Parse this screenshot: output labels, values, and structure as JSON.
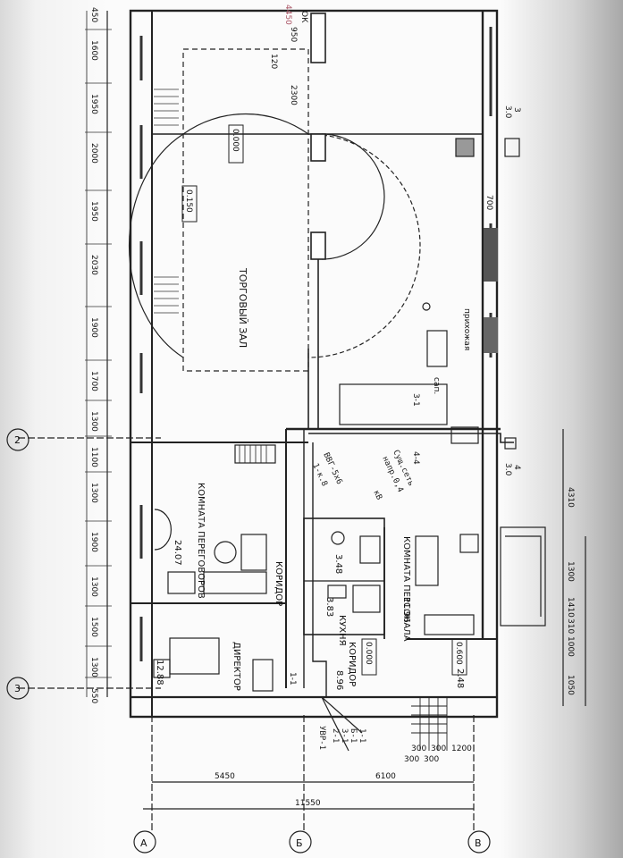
{
  "rooms": {
    "trading_hall": "ТОРГОВЫЙ ЗАЛ",
    "meeting_room": "КОМНАТА ПЕРЕГОВОРОВ",
    "meeting_area": "24.07",
    "director": "ДИРЕКТОР",
    "director_area": "12.88",
    "corridor_left": "КОРИДОР",
    "staff_room": "КОМНАТА ПЕРСОНАЛА",
    "staff_area": "11.96",
    "kitchen": "КУХНЯ",
    "kitchen_area": "3.83",
    "wc_area": "3.48",
    "corridor_bottom": "КОРИДОР",
    "corridor_area": "8.96",
    "entrance": "прихожая",
    "entrance_area": "2.48"
  },
  "levels": {
    "hall_a": "0.000",
    "hall_b": "0.150",
    "office": "0.000",
    "stair": "0.600"
  },
  "left_dims": [
    "1600",
    "1950",
    "2000",
    "1950",
    "2030",
    "1900",
    "1700",
    "1300",
    "1100",
    "1300",
    "1900",
    "1300",
    "1500",
    "1300",
    "550"
  ],
  "right_dims": {
    "top": "4310",
    "d1": "1300",
    "d2": "1410",
    "d3": "310",
    "d4": "1000",
    "d5": "1050"
  },
  "top_dims": {
    "a": "950",
    "b": "120",
    "c": "2300",
    "top_left": "450"
  },
  "corner_note": "4450",
  "stamp": "ОК",
  "bottom_dims": {
    "a": "5450",
    "b": "6100",
    "total": "11550",
    "s1": "300",
    "s2": "300",
    "s3": "1200",
    "s4": "300",
    "s5": "300"
  },
  "axes": {
    "a": "А",
    "b": "Б",
    "c": "В",
    "two": "2",
    "three": "3"
  },
  "sections": {
    "s3": "3",
    "s30": "3.0",
    "s4": "4",
    "s40": "3.0",
    "s700": "700",
    "s11a": "4-4",
    "s11b": "3-1",
    "s11c": "сап.",
    "s11d": "1-1"
  },
  "notes": {
    "cable": "ВВГ-5х6",
    "cable2": "1-к.8",
    "net": "Сущ.сеть",
    "net2": "напр.0,4",
    "net3": "кВ",
    "vru": "УВР-1",
    "lines": [
      "2-1",
      "3-1",
      "Б-1",
      "1-1"
    ]
  }
}
